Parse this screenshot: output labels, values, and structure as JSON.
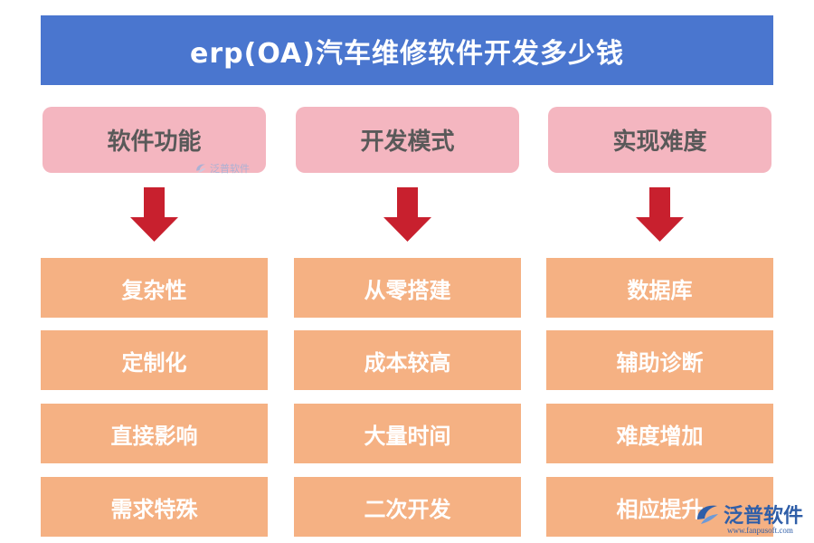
{
  "title": "erp(OA)汽车维修软件开发多少钱",
  "colors": {
    "title_bg": "#4a76cf",
    "header_bg": "#f4b6c0",
    "header_text": "#595959",
    "item_bg": "#f5b183",
    "item_text": "#ffffff",
    "arrow": "#c8202e"
  },
  "columns": [
    {
      "header": "软件功能",
      "items": [
        "复杂性",
        "定制化",
        "直接影响",
        "需求特殊"
      ]
    },
    {
      "header": "开发模式",
      "items": [
        "从零搭建",
        "成本较高",
        "大量时间",
        "二次开发"
      ]
    },
    {
      "header": "实现难度",
      "items": [
        "数据库",
        "辅助诊断",
        "难度增加",
        "相应提升"
      ]
    }
  ],
  "watermark": {
    "text": "泛普软件",
    "icon": "fanpu-logo-icon"
  },
  "logo": {
    "text": "泛普软件",
    "url": "www.fanpusoft.com",
    "icon": "fanpu-logo-icon"
  }
}
